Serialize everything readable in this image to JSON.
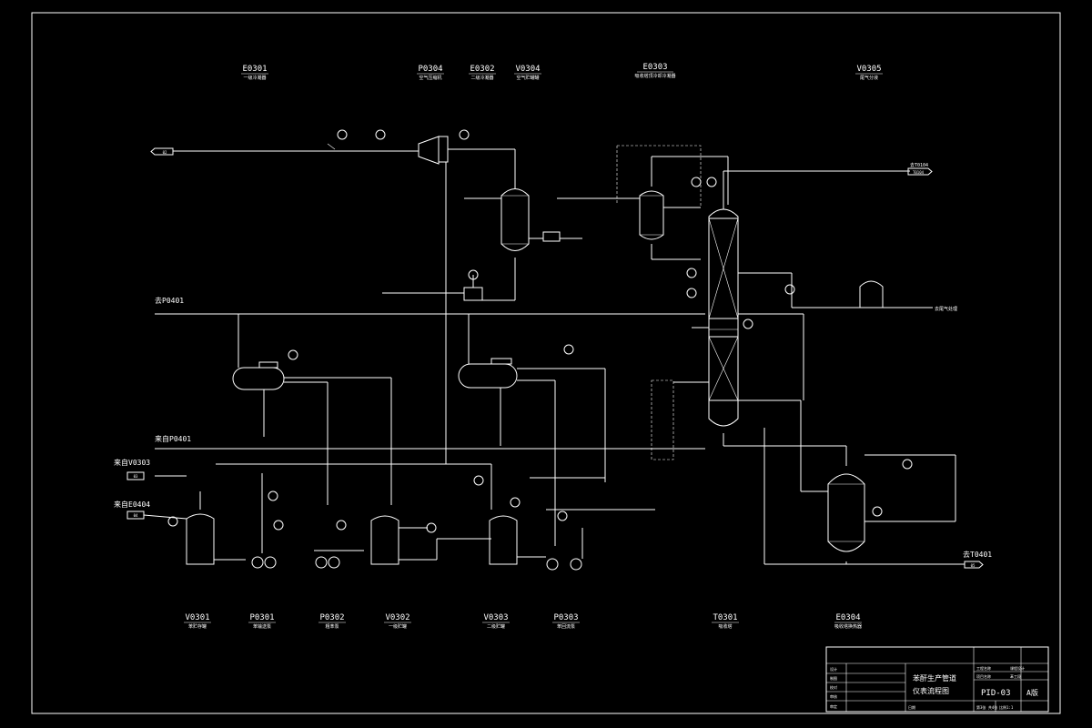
{
  "top_tags": [
    {
      "tag": "E0301",
      "desc": "一级冷凝器"
    },
    {
      "tag": "P0304",
      "desc": "空气压缩机"
    },
    {
      "tag": "E0302",
      "desc": "二级冷凝器"
    },
    {
      "tag": "V0304",
      "desc": "空气贮罐罐"
    },
    {
      "tag": "E0303",
      "desc": "吸收塔顶冷却冷凝器"
    },
    {
      "tag": "V0305",
      "desc": "尾气分液"
    }
  ],
  "bottom_tags": [
    {
      "tag": "V0301",
      "desc": "苯贮存罐"
    },
    {
      "tag": "P0301",
      "desc": "苯输送泵"
    },
    {
      "tag": "P0302",
      "desc": "粗苯泵"
    },
    {
      "tag": "V0302",
      "desc": "一级贮罐"
    },
    {
      "tag": "V0303",
      "desc": "二级贮罐"
    },
    {
      "tag": "P0303",
      "desc": "苯回流泵"
    },
    {
      "tag": "T0301",
      "desc": "吸收塔"
    },
    {
      "tag": "E0304",
      "desc": "吸收塔换热器"
    }
  ],
  "connections": {
    "left_top": "02",
    "left_mid_label": "去P0401",
    "left_low_label": "来自P0401",
    "left_v0303_label": "来自V0303",
    "left_v0303_box": "03",
    "left_e0404_label": "来自E0404",
    "left_e0404_box": "04",
    "right_top": "去T0104",
    "right_top_box": "T0104",
    "right_mid": "去尾气处理",
    "right_bottom_label": "去T0401",
    "right_bottom_box": "05"
  },
  "title_block": {
    "title_line1": "苯酐生产管道",
    "title_line2": "仪表流程图",
    "drawing_no": "PID-03",
    "version": "A版",
    "rows": [
      "设计",
      "制图",
      "校对",
      "审核",
      "审定"
    ],
    "right_rows": [
      "工程名称",
      "项目名称"
    ],
    "right_values": [
      "课程设计",
      "苯工段"
    ],
    "footer_left": "日期",
    "footer_sheet": "第3张 共4张",
    "footer_scale": "比例1:1"
  }
}
